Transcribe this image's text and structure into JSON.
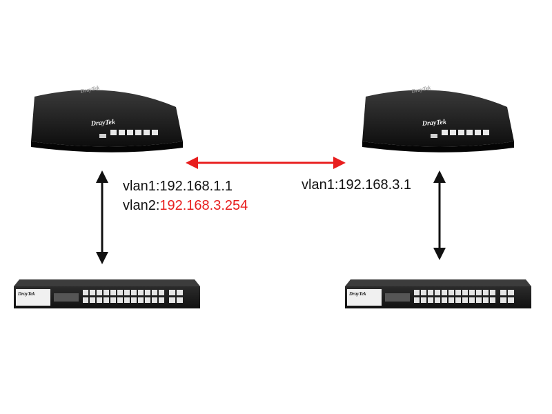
{
  "devices": {
    "router_left": {
      "brand": "DrayTek"
    },
    "router_right": {
      "brand": "DrayTek"
    },
    "switch_left": {
      "brand": "DrayTek"
    },
    "switch_right": {
      "brand": "DrayTek"
    }
  },
  "labels": {
    "left_vlan1_prefix": "vlan1:",
    "left_vlan1_ip": "192.168.1.1",
    "left_vlan2_prefix": "vlan2:",
    "left_vlan2_ip": "192.168.3.254",
    "right_vlan1_prefix": "vlan1:",
    "right_vlan1_ip": "192.168.3.1"
  },
  "colors": {
    "highlight": "#e81e1e",
    "text": "#111111",
    "device_body": "#1a1a1a",
    "port": "#e8e8e8"
  }
}
